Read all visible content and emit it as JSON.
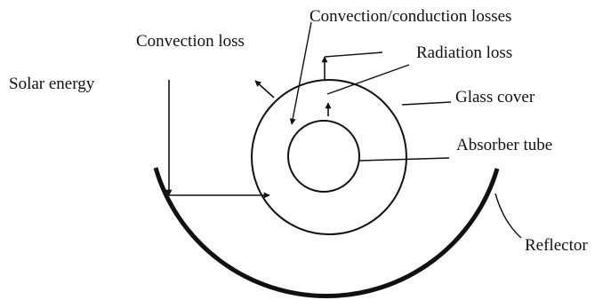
{
  "labels": {
    "convection_conduction_losses": "Convection/conduction losses",
    "convection_loss": "Convection loss",
    "radiation_loss": "Radiation loss",
    "glass_cover": "Glass cover",
    "solar_energy": "Solar energy",
    "absorber_tube": "Absorber tube",
    "reflector": "Reflector"
  },
  "colors": {
    "line": "#111111",
    "background": "#ffffff"
  }
}
